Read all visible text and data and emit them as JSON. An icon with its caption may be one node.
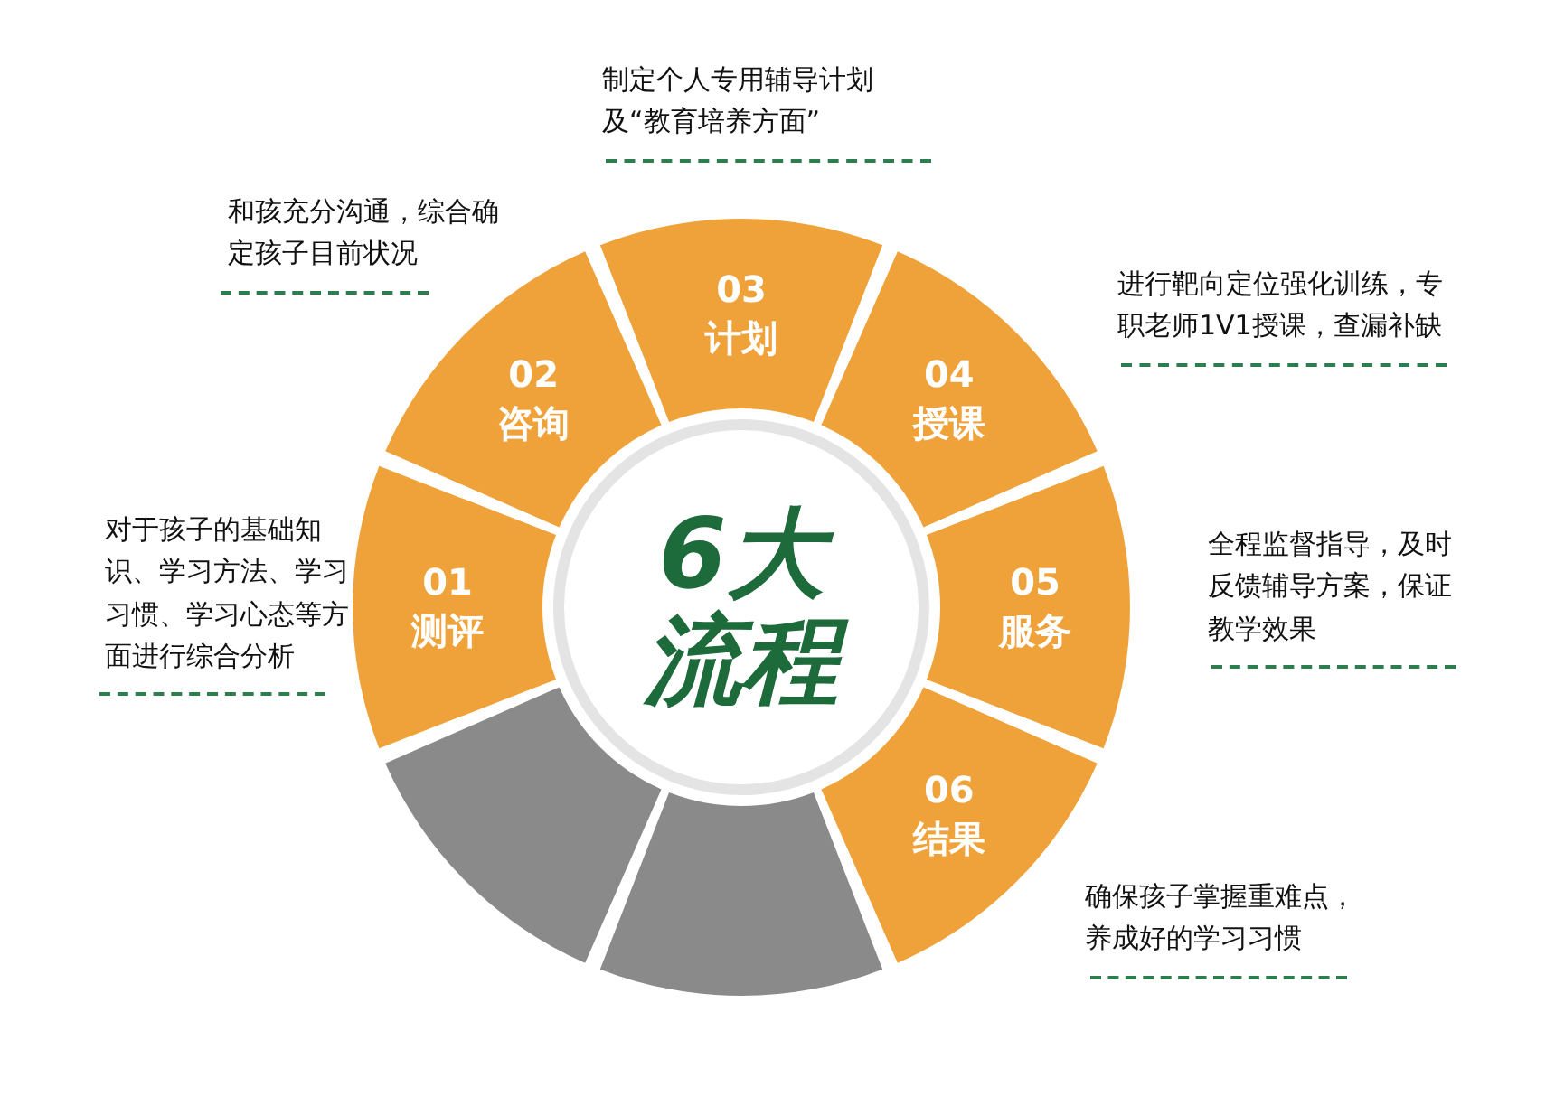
{
  "diagram": {
    "nodes": [
      {
        "text": [
          "6大流程"
        ]
      },
      {
        "text": [
          "01",
          "测评"
        ],
        "beside": [
          "对于孩子的基础知识、学习方法、学习习惯、学习心态等方面进行综合分析"
        ]
      },
      {
        "text": [
          "02",
          "咨询"
        ],
        "beside": [
          "和孩充分沟通，综合确定孩子目前状况"
        ]
      },
      {
        "text": [
          "03",
          "计划"
        ],
        "beside": [
          "制定个人专用辅导计划及“教育培养方面”"
        ]
      },
      {
        "text": [
          "04",
          "授课"
        ],
        "beside": [
          "进行靶向定位强化训练，专职老师1V1授课，查漏补缺"
        ]
      },
      {
        "text": [
          "05",
          "服务"
        ],
        "beside": [
          "全程监督指导，及时反馈辅导方案，保证教学效果"
        ]
      },
      {
        "text": [
          "06",
          "结果"
        ],
        "beside": [
          "确保孩子掌握重难点，养成好的学习习惯"
        ]
      },
      {
        "text": [],
        "shape": "segment"
      },
      {
        "text": [],
        "shape": "segment"
      }
    ],
    "edges": []
  }
}
